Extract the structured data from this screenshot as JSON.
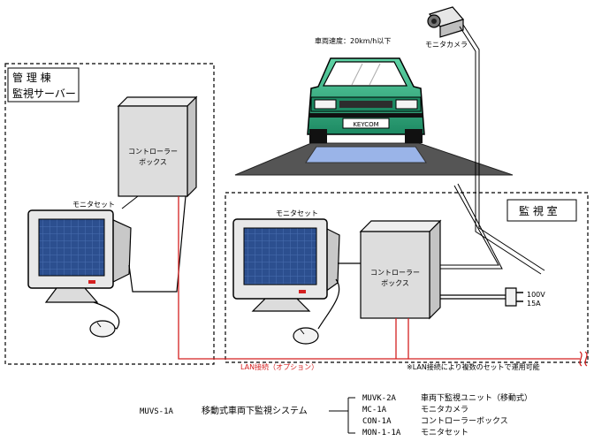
{
  "admin": {
    "label_line1": "管 理 棟",
    "label_line2": "監視サーバー"
  },
  "room": {
    "label": "監 視 室"
  },
  "vehicle": {
    "speed_note": "車両速度：20km/h以下",
    "plate": "KEYCOM"
  },
  "camera": {
    "label": "モニタカメラ"
  },
  "admin_controller": {
    "line1": "コントローラー",
    "line2": "ボックス"
  },
  "admin_monitor": {
    "label": "モニタセット"
  },
  "room_controller": {
    "line1": "コントローラー",
    "line2": "ボックス"
  },
  "room_monitor": {
    "label": "モニタセット"
  },
  "power": {
    "line1": "100V",
    "line2": "15A"
  },
  "lan": {
    "label": "LAN接続（オプション）",
    "note": "※LAN接続により複数のセットで運用可能"
  },
  "system": {
    "model": "MUVS-1A",
    "name": "移動式車両下監視システム",
    "components": [
      {
        "code": "MUVK-2A",
        "name": "車両下監視ユニット（移動式）"
      },
      {
        "code": "MC-1A",
        "name": "モニタカメラ"
      },
      {
        "code": "CON-1A",
        "name": "コントローラーボックス"
      },
      {
        "code": "MON-1-1A",
        "name": "モニタセット"
      }
    ]
  },
  "colors": {
    "lan_line": "#d42020",
    "screen": "#2c4f8f",
    "car_body": "#2aa37a",
    "ramp": "#555555",
    "pad": "#9ab4e8"
  }
}
